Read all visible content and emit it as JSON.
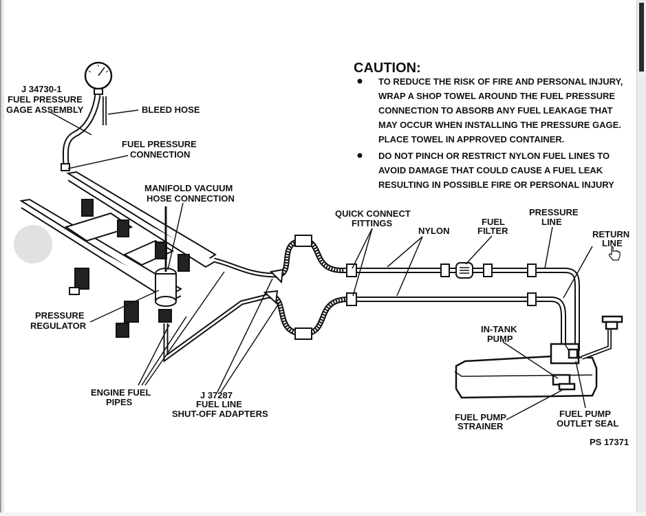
{
  "caution": {
    "title": "CAUTION:",
    "bullet1": [
      "TO REDUCE THE RISK OF FIRE AND PERSONAL INJURY,",
      "WRAP A SHOP TOWEL AROUND THE FUEL PRESSURE",
      "CONNECTION TO ABSORB ANY FUEL LEAKAGE THAT",
      "MAY OCCUR WHEN INSTALLING THE PRESSURE GAGE.",
      "PLACE TOWEL IN APPROVED CONTAINER."
    ],
    "bullet2": [
      "DO NOT PINCH OR RESTRICT NYLON FUEL LINES TO",
      "AVOID DAMAGE THAT COULD CAUSE A FUEL LEAK",
      "RESULTING IN POSSIBLE FIRE OR PERSONAL INJURY"
    ]
  },
  "labels": {
    "gage": [
      "J 34730-1",
      "FUEL PRESSURE",
      "GAGE ASSEMBLY"
    ],
    "bleed_hose": "BLEED HOSE",
    "fuel_pressure_connection": [
      "FUEL PRESSURE",
      "CONNECTION"
    ],
    "manifold_vacuum": [
      "MANIFOLD VACUUM",
      "HOSE CONNECTION"
    ],
    "quick_connect": [
      "QUICK CONNECT",
      "FITTINGS"
    ],
    "nylon": "NYLON",
    "fuel_filter": [
      "FUEL",
      "FILTER"
    ],
    "pressure_line": [
      "PRESSURE",
      "LINE"
    ],
    "return_line": [
      "RETURN",
      "LINE"
    ],
    "pressure_regulator": [
      "PRESSURE",
      "REGULATOR"
    ],
    "in_tank_pump": [
      "IN-TANK",
      "PUMP"
    ],
    "engine_fuel_pipes": [
      "ENGINE FUEL",
      "PIPES"
    ],
    "shutoff_adapters": [
      "J 37287",
      "FUEL LINE",
      "SHUT-OFF ADAPTERS"
    ],
    "fuel_pump_strainer": [
      "FUEL PUMP",
      "STRAINER"
    ],
    "fuel_pump_outlet_seal": [
      "FUEL PUMP",
      "OUTLET SEAL"
    ],
    "figure_number": "PS 17371"
  }
}
